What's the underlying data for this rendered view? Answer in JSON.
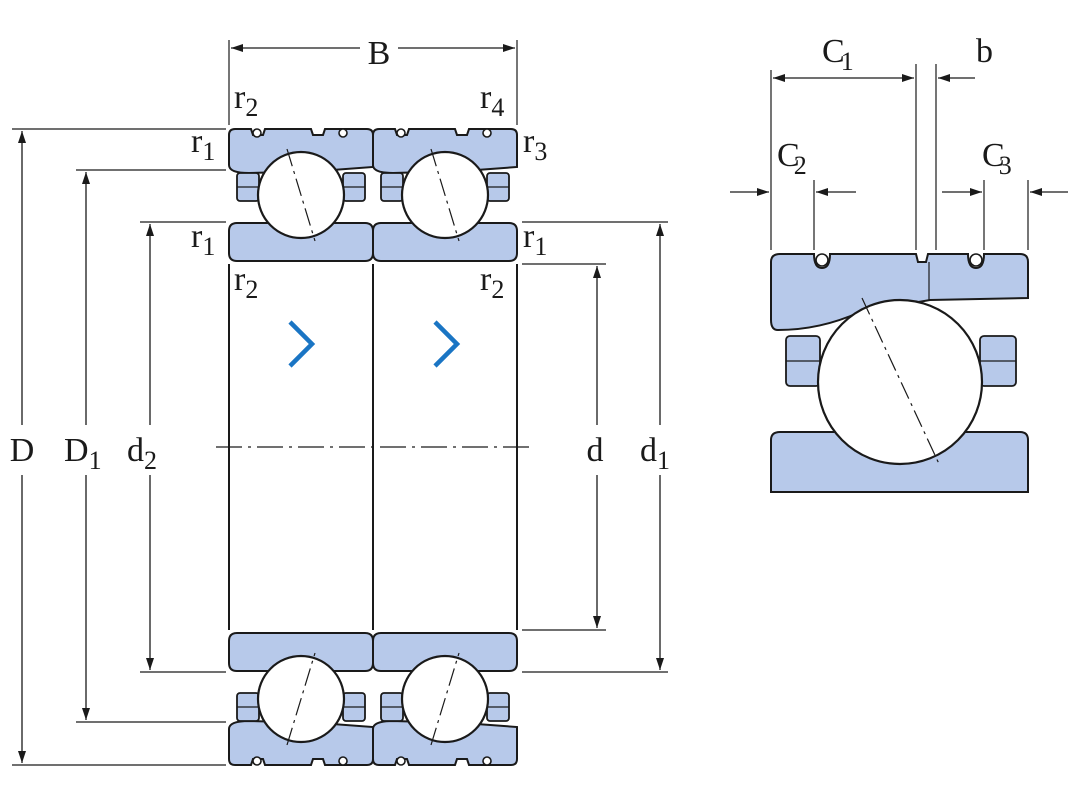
{
  "accent_color": "#b7c9ea",
  "arrow_color": "#1a75c4",
  "labels": {
    "B": "B",
    "D": "D",
    "D1": {
      "base": "D",
      "sub": "1"
    },
    "d2": {
      "base": "d",
      "sub": "2"
    },
    "d": "d",
    "d1": {
      "base": "d",
      "sub": "1"
    },
    "r2_top": {
      "base": "r",
      "sub": "2"
    },
    "r4_top": {
      "base": "r",
      "sub": "4"
    },
    "r1_upper": {
      "base": "r",
      "sub": "1"
    },
    "r3": {
      "base": "r",
      "sub": "3"
    },
    "r1_lower_left": {
      "base": "r",
      "sub": "1"
    },
    "r1_lower_right": {
      "base": "r",
      "sub": "1"
    },
    "r2_lower_left": {
      "base": "r",
      "sub": "2"
    },
    "r2_lower_right": {
      "base": "r",
      "sub": "2"
    },
    "C1": {
      "base": "C",
      "sub": "1"
    },
    "b": "b",
    "C2": {
      "base": "C",
      "sub": "2"
    },
    "C3": {
      "base": "C",
      "sub": "3"
    }
  },
  "icons": [
    "load-direction-arrow-icon",
    "load-direction-arrow-icon"
  ]
}
